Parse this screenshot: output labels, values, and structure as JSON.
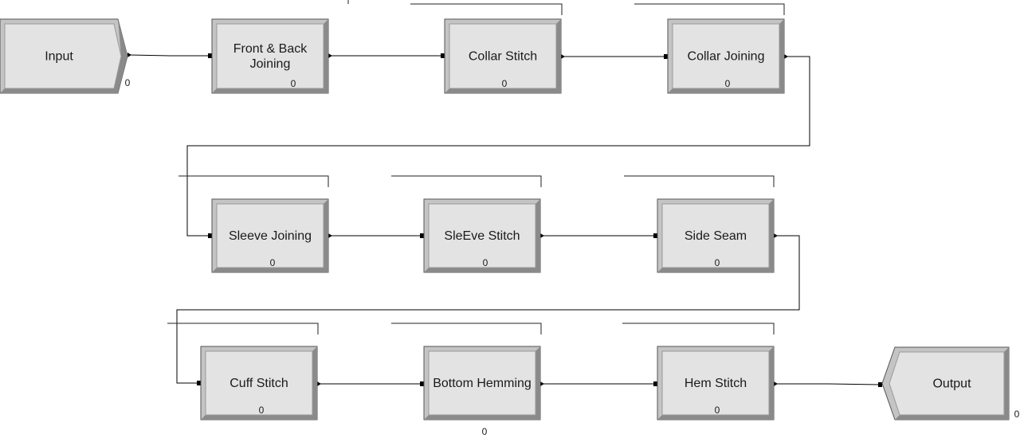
{
  "diagram": {
    "modules": [
      {
        "id": "input",
        "kind": "create",
        "label": [
          "Input"
        ],
        "count": "0"
      },
      {
        "id": "front-back-joining",
        "kind": "process",
        "label": [
          "Front & Back",
          "Joining"
        ],
        "count": "0"
      },
      {
        "id": "collar-stitch",
        "kind": "process",
        "label": [
          "Collar Stitch"
        ],
        "count": "0"
      },
      {
        "id": "collar-joining",
        "kind": "process",
        "label": [
          "Collar Joining"
        ],
        "count": "0"
      },
      {
        "id": "sleeve-joining",
        "kind": "process",
        "label": [
          "Sleeve Joining"
        ],
        "count": "0"
      },
      {
        "id": "sleeve-stitch",
        "kind": "process",
        "label": [
          "SleEve Stitch"
        ],
        "count": "0"
      },
      {
        "id": "side-seam",
        "kind": "process",
        "label": [
          "Side Seam"
        ],
        "count": "0"
      },
      {
        "id": "cuff-stitch",
        "kind": "process",
        "label": [
          "Cuff Stitch"
        ],
        "count": "0"
      },
      {
        "id": "bottom-hemming",
        "kind": "process",
        "label": [
          "Bottom Hemming"
        ],
        "count": "0"
      },
      {
        "id": "hem-stitch",
        "kind": "process",
        "label": [
          "Hem Stitch"
        ],
        "count": "0"
      },
      {
        "id": "output",
        "kind": "dispose",
        "label": [
          "Output"
        ],
        "count": "0"
      }
    ],
    "connections": [
      [
        "input",
        "front-back-joining"
      ],
      [
        "front-back-joining",
        "collar-stitch"
      ],
      [
        "collar-stitch",
        "collar-joining"
      ],
      [
        "collar-joining",
        "sleeve-joining"
      ],
      [
        "sleeve-joining",
        "sleeve-stitch"
      ],
      [
        "sleeve-stitch",
        "side-seam"
      ],
      [
        "side-seam",
        "cuff-stitch"
      ],
      [
        "cuff-stitch",
        "bottom-hemming"
      ],
      [
        "bottom-hemming",
        "hem-stitch"
      ],
      [
        "hem-stitch",
        "output"
      ]
    ],
    "colors": {
      "module_fill": "#e3e3e3",
      "bevel_light": "#c4c4c4",
      "bevel_dark": "#8a8a8a",
      "outline": "#555555",
      "wire": "#000000"
    }
  }
}
